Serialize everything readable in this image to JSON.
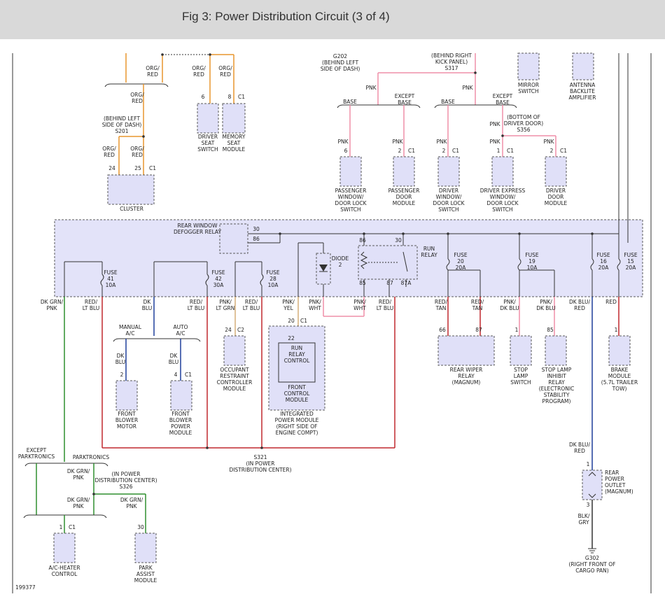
{
  "header": {
    "title": "Fig 3: Power Distribution Circuit (3 of 4)"
  },
  "figure_id": "199377",
  "colors": {
    "orange": "#e8952e",
    "pink": "#ef8fa8",
    "red": "#c0282e",
    "green": "#2f8f2f",
    "blue": "#1f3f9a",
    "tan": "#d4ae78",
    "black": "#333333",
    "box_fill": "#e0e0f8",
    "pdc_fill": "#e3e3f9"
  },
  "labels": [
    {
      "id": "org-red-top",
      "lines": [
        "ORG/",
        "RED"
      ]
    },
    {
      "id": "org-red-dss",
      "lines": [
        "ORG/",
        "RED"
      ]
    },
    {
      "id": "org-red-msm",
      "lines": [
        "ORG/",
        "RED"
      ]
    },
    {
      "id": "org-red-mid",
      "lines": [
        "ORG/",
        "RED"
      ]
    },
    {
      "id": "s201-loc",
      "lines": [
        "(BEHIND LEFT",
        "SIDE OF DASH)",
        "S201"
      ]
    },
    {
      "id": "org-red-c24",
      "lines": [
        "ORG/",
        "RED"
      ]
    },
    {
      "id": "org-red-c25",
      "lines": [
        "ORG/",
        "RED"
      ]
    },
    {
      "id": "pin-24",
      "lines": [
        "24"
      ]
    },
    {
      "id": "pin-25",
      "lines": [
        "25"
      ]
    },
    {
      "id": "c1-cluster",
      "lines": [
        "C1"
      ]
    },
    {
      "id": "lbl-cluster",
      "lines": [
        "CLUSTER"
      ]
    },
    {
      "id": "pin-6-dss",
      "lines": [
        "6"
      ]
    },
    {
      "id": "pin-8-msm",
      "lines": [
        "8"
      ]
    },
    {
      "id": "c1-msm",
      "lines": [
        "C1"
      ]
    },
    {
      "id": "lbl-driver-seat-switch",
      "lines": [
        "DRIVER",
        "SEAT",
        "SWITCH"
      ]
    },
    {
      "id": "lbl-memory-seat-module",
      "lines": [
        "MEMORY",
        "SEAT",
        "MODULE"
      ]
    },
    {
      "id": "g202",
      "lines": [
        "G202",
        "(BEHIND LEFT",
        "SIDE OF DASH)"
      ]
    },
    {
      "id": "s317",
      "lines": [
        "(BEHIND RIGHT",
        "KICK PANEL)",
        "S317"
      ]
    },
    {
      "id": "lbl-mirror-switch",
      "lines": [
        "MIRROR",
        "SWITCH"
      ]
    },
    {
      "id": "lbl-antenna",
      "lines": [
        "ANTENNA",
        "BACKLITE",
        "AMPLIFIER"
      ]
    },
    {
      "id": "pnk-left",
      "lines": [
        "PNK"
      ]
    },
    {
      "id": "pnk-right",
      "lines": [
        "PNK"
      ]
    },
    {
      "id": "base-1",
      "lines": [
        "BASE"
      ]
    },
    {
      "id": "except-base-1",
      "lines": [
        "EXCEPT",
        "BASE"
      ]
    },
    {
      "id": "base-2",
      "lines": [
        "BASE"
      ]
    },
    {
      "id": "except-base-2",
      "lines": [
        "EXCEPT",
        "BASE"
      ]
    },
    {
      "id": "s356",
      "lines": [
        "(BOTTOM OF",
        "DRIVER DOOR)",
        "S356"
      ]
    },
    {
      "id": "pnk-s356",
      "lines": [
        "PNK"
      ]
    },
    {
      "id": "pnk-pw",
      "lines": [
        "PNK"
      ]
    },
    {
      "id": "pnk-pdm",
      "lines": [
        "PNK"
      ]
    },
    {
      "id": "pnk-dw",
      "lines": [
        "PNK"
      ]
    },
    {
      "id": "pnk-dew",
      "lines": [
        "PNK"
      ]
    },
    {
      "id": "pnk-ddm",
      "lines": [
        "PNK"
      ]
    },
    {
      "id": "pin-6-pw",
      "lines": [
        "6"
      ]
    },
    {
      "id": "pin-2-pdm",
      "lines": [
        "2"
      ]
    },
    {
      "id": "c1-pdm",
      "lines": [
        "C1"
      ]
    },
    {
      "id": "pin-2-dw",
      "lines": [
        "2"
      ]
    },
    {
      "id": "c1-dw",
      "lines": [
        "C1"
      ]
    },
    {
      "id": "pin-1-dew",
      "lines": [
        "1"
      ]
    },
    {
      "id": "c1-dew",
      "lines": [
        "C1"
      ]
    },
    {
      "id": "pin-2-ddm",
      "lines": [
        "2"
      ]
    },
    {
      "id": "c1-ddm",
      "lines": [
        "C1"
      ]
    },
    {
      "id": "lbl-passenger-window",
      "lines": [
        "PASSENGER",
        "WINDOW/",
        "DOOR LOCK",
        "SWITCH"
      ]
    },
    {
      "id": "lbl-passenger-door-module",
      "lines": [
        "PASSENGER",
        "DOOR",
        "MODULE"
      ]
    },
    {
      "id": "lbl-driver-window",
      "lines": [
        "DRIVER",
        "WINDOW/",
        "DOOR LOCK",
        "SWITCH"
      ]
    },
    {
      "id": "lbl-driver-express",
      "lines": [
        "DRIVER EXPRESS",
        "WINDOW/",
        "DOOR LOCK",
        "SWITCH"
      ]
    },
    {
      "id": "lbl-driver-door-module",
      "lines": [
        "DRIVER",
        "DOOR",
        "MODULE"
      ]
    },
    {
      "id": "lbl-defogger",
      "lines": [
        "REAR WINDOW",
        "DEFOGGER RELAY"
      ]
    },
    {
      "id": "pin-30-def",
      "lines": [
        "30"
      ]
    },
    {
      "id": "pin-86-def",
      "lines": [
        "86"
      ]
    },
    {
      "id": "pin-86-run",
      "lines": [
        "86"
      ]
    },
    {
      "id": "pin-30-run",
      "lines": [
        "30"
      ]
    },
    {
      "id": "lbl-run-relay",
      "lines": [
        "RUN",
        "RELAY"
      ]
    },
    {
      "id": "pin-85",
      "lines": [
        "85"
      ]
    },
    {
      "id": "pin-87",
      "lines": [
        "87"
      ]
    },
    {
      "id": "pin-87a",
      "lines": [
        "87A"
      ]
    },
    {
      "id": "lbl-diode",
      "lines": [
        "DIODE",
        "2"
      ]
    },
    {
      "id": "fuse-41",
      "lines": [
        "FUSE",
        "41",
        "10A"
      ]
    },
    {
      "id": "fuse-42",
      "lines": [
        "FUSE",
        "42",
        "30A"
      ]
    },
    {
      "id": "fuse-28",
      "lines": [
        "FUSE",
        "28",
        "10A"
      ]
    },
    {
      "id": "fuse-20",
      "lines": [
        "FUSE",
        "20",
        "20A"
      ]
    },
    {
      "id": "fuse-19",
      "lines": [
        "FUSE",
        "19",
        "10A"
      ]
    },
    {
      "id": "fuse-16",
      "lines": [
        "FUSE",
        "16",
        "20A"
      ]
    },
    {
      "id": "fuse-15",
      "lines": [
        "FUSE",
        "15",
        "20A"
      ]
    },
    {
      "id": "w-dkgrn-pnk",
      "lines": [
        "DK GRN/",
        "PNK"
      ]
    },
    {
      "id": "w-red-ltblu-1",
      "lines": [
        "RED/",
        "LT BLU"
      ]
    },
    {
      "id": "w-dk-blu",
      "lines": [
        "DK",
        "BLU"
      ]
    },
    {
      "id": "w-red-ltblu-2",
      "lines": [
        "RED/",
        "LT BLU"
      ]
    },
    {
      "id": "w-pnk-ltgrn",
      "lines": [
        "PNK/",
        "LT GRN"
      ]
    },
    {
      "id": "w-red-ltblu-3",
      "lines": [
        "RED/",
        "LT BLU"
      ]
    },
    {
      "id": "w-pnk-yel",
      "lines": [
        "PNK/",
        "YEL"
      ]
    },
    {
      "id": "w-pnk-wht-1",
      "lines": [
        "PNK/",
        "WHT"
      ]
    },
    {
      "id": "w-pnk-wht-2",
      "lines": [
        "PNK/",
        "WHT"
      ]
    },
    {
      "id": "w-red-ltblu-4",
      "lines": [
        "RED/",
        "LT BLU"
      ]
    },
    {
      "id": "w-red-tan-1",
      "lines": [
        "RED/",
        "TAN"
      ]
    },
    {
      "id": "w-red-tan-2",
      "lines": [
        "RED/",
        "TAN"
      ]
    },
    {
      "id": "w-pnk-dkblu-1",
      "lines": [
        "PNK/",
        "DK BLU"
      ]
    },
    {
      "id": "w-pnk-dkblu-2",
      "lines": [
        "PNK/",
        "DK BLU"
      ]
    },
    {
      "id": "w-dkblu-red",
      "lines": [
        "DK BLU/",
        "RED"
      ]
    },
    {
      "id": "w-red",
      "lines": [
        "RED"
      ]
    },
    {
      "id": "manual-ac",
      "lines": [
        "MANUAL",
        "A/C"
      ]
    },
    {
      "id": "auto-ac",
      "lines": [
        "AUTO",
        "A/C"
      ]
    },
    {
      "id": "dk-blu-fbm",
      "lines": [
        "DK",
        "BLU"
      ]
    },
    {
      "id": "dk-blu-fbpm",
      "lines": [
        "DK",
        "BLU"
      ]
    },
    {
      "id": "pin-2-fbm",
      "lines": [
        "2"
      ]
    },
    {
      "id": "pin-4-fbpm",
      "lines": [
        "4"
      ]
    },
    {
      "id": "c1-fbpm",
      "lines": [
        "C1"
      ]
    },
    {
      "id": "lbl-front-blower-motor",
      "lines": [
        "FRONT",
        "BLOWER",
        "MOTOR"
      ]
    },
    {
      "id": "lbl-front-blower-power-module",
      "lines": [
        "FRONT",
        "BLOWER",
        "POWER",
        "MODULE"
      ]
    },
    {
      "id": "pin-24-orc",
      "lines": [
        "24"
      ]
    },
    {
      "id": "c2-orc",
      "lines": [
        "C2"
      ]
    },
    {
      "id": "lbl-occupant",
      "lines": [
        "OCCUPANT",
        "RESTRAINT",
        "CONTROLLER",
        "MODULE"
      ]
    },
    {
      "id": "pin-20-ipm",
      "lines": [
        "20"
      ]
    },
    {
      "id": "c1-ipm",
      "lines": [
        "C1"
      ]
    },
    {
      "id": "pin-22-ipm",
      "lines": [
        "22"
      ]
    },
    {
      "id": "lbl-run-relay-control",
      "lines": [
        "RUN",
        "RELAY",
        "CONTROL"
      ]
    },
    {
      "id": "lbl-front-control-module",
      "lines": [
        "FRONT",
        "CONTROL",
        "MODULE"
      ]
    },
    {
      "id": "lbl-ipm",
      "lines": [
        "INTEGRATED",
        "POWER MODULE",
        "(RIGHT SIDE OF",
        "ENGINE COMPT)"
      ]
    },
    {
      "id": "pin-66",
      "lines": [
        "66"
      ]
    },
    {
      "id": "pin-87-wiper",
      "lines": [
        "87"
      ]
    },
    {
      "id": "lbl-rear-wiper",
      "lines": [
        "REAR WIPER",
        "RELAY",
        "(MAGNUM)"
      ]
    },
    {
      "id": "pin-1-stop",
      "lines": [
        "1"
      ]
    },
    {
      "id": "lbl-stop-lamp-switch",
      "lines": [
        "STOP",
        "LAMP",
        "SWITCH"
      ]
    },
    {
      "id": "pin-85-inhibit",
      "lines": [
        "85"
      ]
    },
    {
      "id": "lbl-stop-lamp-inhibit",
      "lines": [
        "STOP LAMP",
        "INHIBIT",
        "RELAY",
        "(ELECTRONIC",
        "STABILITY",
        "PROGRAM)"
      ]
    },
    {
      "id": "pin-1-brake",
      "lines": [
        "1"
      ]
    },
    {
      "id": "lbl-brake-module",
      "lines": [
        "BRAKE",
        "MODULE",
        "(5.7L TRAILER",
        "TOW)"
      ]
    },
    {
      "id": "s321",
      "lines": [
        "S321",
        "(IN POWER",
        "DISTRIBUTION CENTER)"
      ]
    },
    {
      "id": "except-parktronics",
      "lines": [
        "EXCEPT",
        "PARKTRONICS"
      ]
    },
    {
      "id": "parktronics",
      "lines": [
        "PARKTRONICS"
      ]
    },
    {
      "id": "s326",
      "lines": [
        "DK GRN/",
        "PNK"
      ]
    },
    {
      "id": "s326-loc",
      "lines": [
        "(IN POWER",
        "DISTRIBUTION CENTER)",
        "S326"
      ]
    },
    {
      "id": "dkgrn-pnk-acc",
      "lines": [
        "DK GRN/",
        "PNK"
      ]
    },
    {
      "id": "dkgrn-pnk-park",
      "lines": [
        "DK GRN/",
        "PNK"
      ]
    },
    {
      "id": "pin-1-acc",
      "lines": [
        "1"
      ]
    },
    {
      "id": "c1-acc",
      "lines": [
        "C1"
      ]
    },
    {
      "id": "pin-30-park",
      "lines": [
        "30"
      ]
    },
    {
      "id": "lbl-ac-heater",
      "lines": [
        "A/C-HEATER",
        "CONTROL"
      ]
    },
    {
      "id": "lbl-park-assist",
      "lines": [
        "PARK",
        "ASSIST",
        "MODULE"
      ]
    },
    {
      "id": "dkblu-red-outlet",
      "lines": [
        "DK BLU/",
        "RED"
      ]
    },
    {
      "id": "pin-1-outlet",
      "lines": [
        "1"
      ]
    },
    {
      "id": "lbl-rear-power-outlet",
      "lines": [
        "REAR",
        "POWER",
        "OUTLET",
        "(MAGNUM)"
      ]
    },
    {
      "id": "pin-3-outlet",
      "lines": [
        "3"
      ]
    },
    {
      "id": "blk-gry",
      "lines": [
        "BLK/",
        "GRY"
      ]
    },
    {
      "id": "g302",
      "lines": [
        "G302",
        "(RIGHT FRONT OF",
        "CARGO PAN)"
      ]
    }
  ]
}
